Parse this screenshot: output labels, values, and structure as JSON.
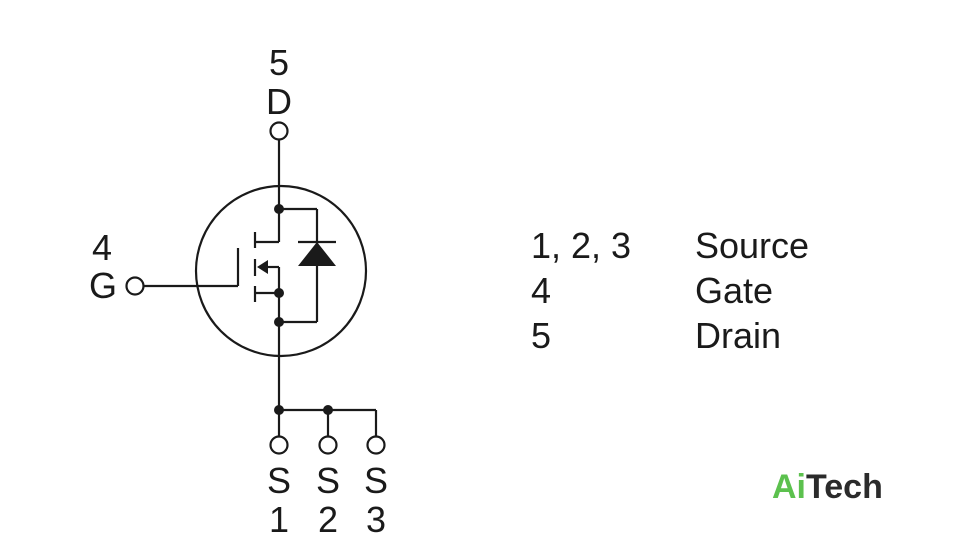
{
  "pins": {
    "drain": {
      "number": "5",
      "letter": "D"
    },
    "gate": {
      "number": "4",
      "letter": "G"
    },
    "sources": [
      {
        "letter": "S",
        "number": "1"
      },
      {
        "letter": "S",
        "number": "2"
      },
      {
        "letter": "S",
        "number": "3"
      }
    ]
  },
  "legend": [
    {
      "pins": "1, 2, 3",
      "name": "Source"
    },
    {
      "pins": "4",
      "name": "Gate"
    },
    {
      "pins": "5",
      "name": "Drain"
    }
  ],
  "logo": {
    "part1": "Ai",
    "part2": "Tech"
  },
  "colors": {
    "line": "#1a1a1a",
    "logo_accent": "#5cc14e",
    "logo_dark": "#2b2b2b"
  }
}
